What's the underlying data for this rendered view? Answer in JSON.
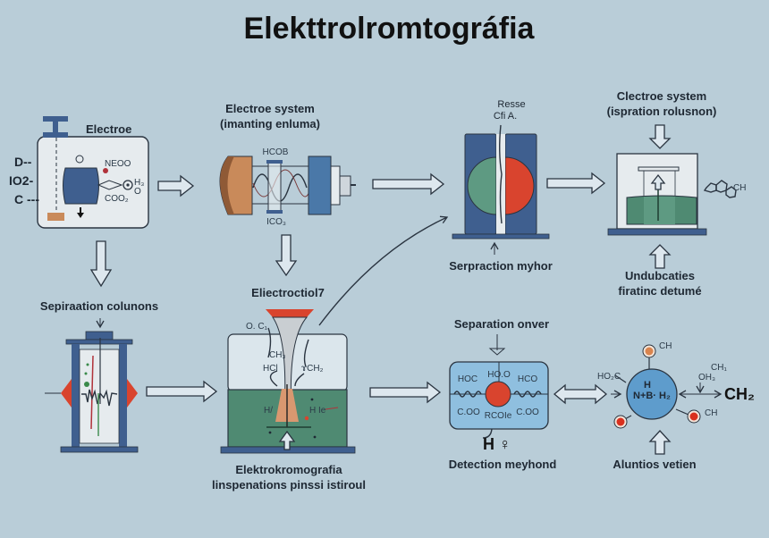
{
  "title": "Elekttrolromtográfia",
  "colors": {
    "background": "#b9cdd8",
    "panel": "#e6ebee",
    "blue": "#3f5f8f",
    "steel_blue": "#4a78a8",
    "red": "#d9442e",
    "green": "#5e9a82",
    "liquid": "#4f8a72",
    "orange": "#c98a5a",
    "light_blue": "#8fbfdf"
  },
  "stages": {
    "electrode": {
      "label": "Electroe",
      "side_labels": [
        "D--",
        "IO2-",
        "C ---"
      ],
      "chem": {
        "top": "NEOO",
        "bottom": "COO₂",
        "right": "H₃",
        "right2": "O"
      }
    },
    "electrode_system": {
      "label_line1": "Electroe system",
      "label_line2": "(imanting enluma)",
      "chem_top": "HCOB",
      "chem_bottom": "ICO₃"
    },
    "separation_method": {
      "annot_line1": "Resse",
      "annot_line2": "Cfi  A.",
      "label": "Serpraction myhor"
    },
    "electrode_system_2": {
      "label_line1": "Clectroe system",
      "label_line2": "(ispration rolusnon)",
      "molecule": "CH",
      "caption_line1": "Undubcaties",
      "caption_line2": "firatinc detumé"
    },
    "separation_columns": {
      "label": "Sepiraation colunons"
    },
    "electroctiol": {
      "label": "Eliectroctiol7",
      "chem": [
        "O. C₁",
        "CH₃",
        "HCl",
        "ɤCH₂",
        "H/",
        "H Ie"
      ],
      "caption_line1": "Elektrokromografia",
      "caption_line2": "linspenations pinssi istiroul"
    },
    "separation_over": {
      "label": "Separation onver",
      "chem": [
        "HOC",
        "HO.O",
        "HCO",
        "C.OO",
        "RCOIe",
        "C.OO"
      ],
      "detector_symbol": "H  ♀",
      "caption": "Detection meyhond"
    },
    "molecule": {
      "center_top": "H",
      "center": "N+B· H₂",
      "left": "HO₂C",
      "top_right": "CH",
      "right_lower": "CH",
      "annot1": "CH₁",
      "annot2": "OH₃",
      "product": "CH₂",
      "caption": "Aluntios vetien"
    }
  }
}
